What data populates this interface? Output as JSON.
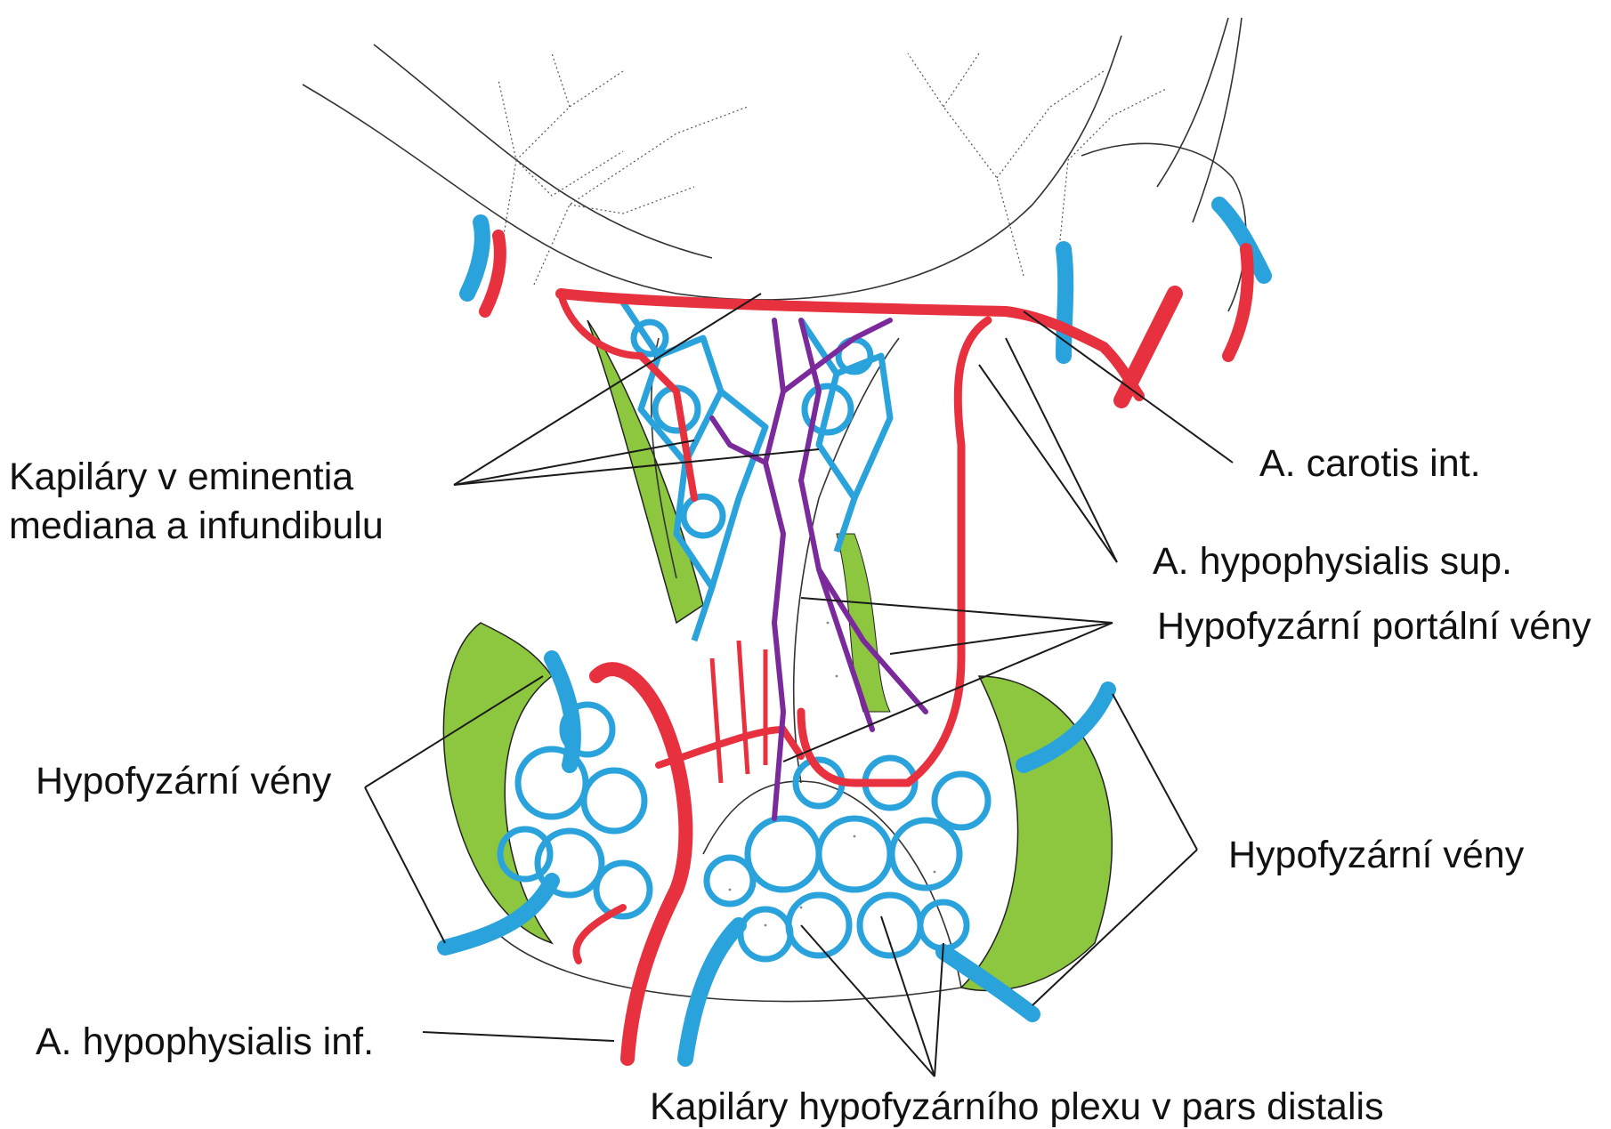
{
  "labels": {
    "eminentia_line1": "Kapiláry v eminentia",
    "eminentia_line2": "mediana a infundibulu",
    "carotis": "A. carotis int.",
    "hyp_sup": "A. hypophysialis sup.",
    "portal": "Hypofyzární portální vény",
    "veins_left": "Hypofyzární vény",
    "veins_right": "Hypofyzární vény",
    "hyp_inf": "A. hypophysialis inf.",
    "plexus": "Kapiláry hypofyzárního plexu v pars distalis"
  },
  "colors": {
    "artery": "#e8313f",
    "vein": "#2aa3dc",
    "portal_vein": "#7a2a9a",
    "tissue_green": "#8dc63f",
    "outline": "#222222"
  }
}
